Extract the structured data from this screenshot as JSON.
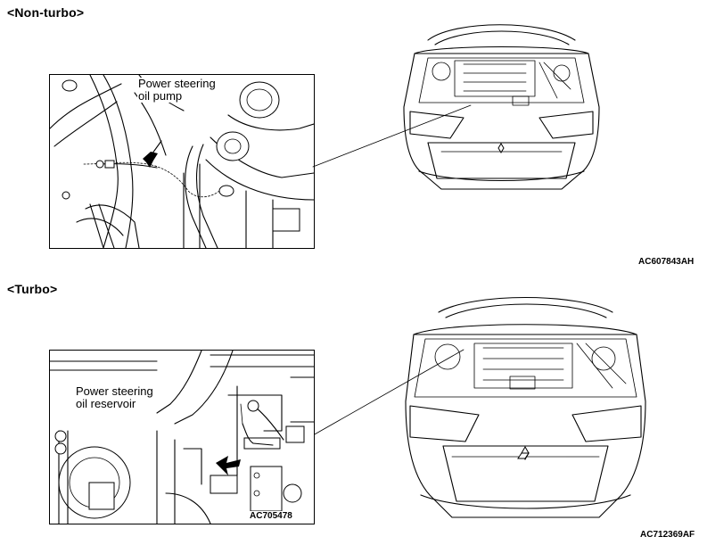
{
  "sections": {
    "non_turbo": {
      "heading": "<Non-turbo>",
      "callout_line1": "Power steering",
      "callout_line2": "oil pump",
      "figure_code": "AC607843AH"
    },
    "turbo": {
      "heading": "<Turbo>",
      "callout_line1": "Power steering",
      "callout_line2": "oil reservoir",
      "inset_code": "AC705478",
      "figure_code": "AC712369AF"
    }
  },
  "icons": [
    "pointer-arrow-icon",
    "mitsubishi-emblem-icon"
  ]
}
